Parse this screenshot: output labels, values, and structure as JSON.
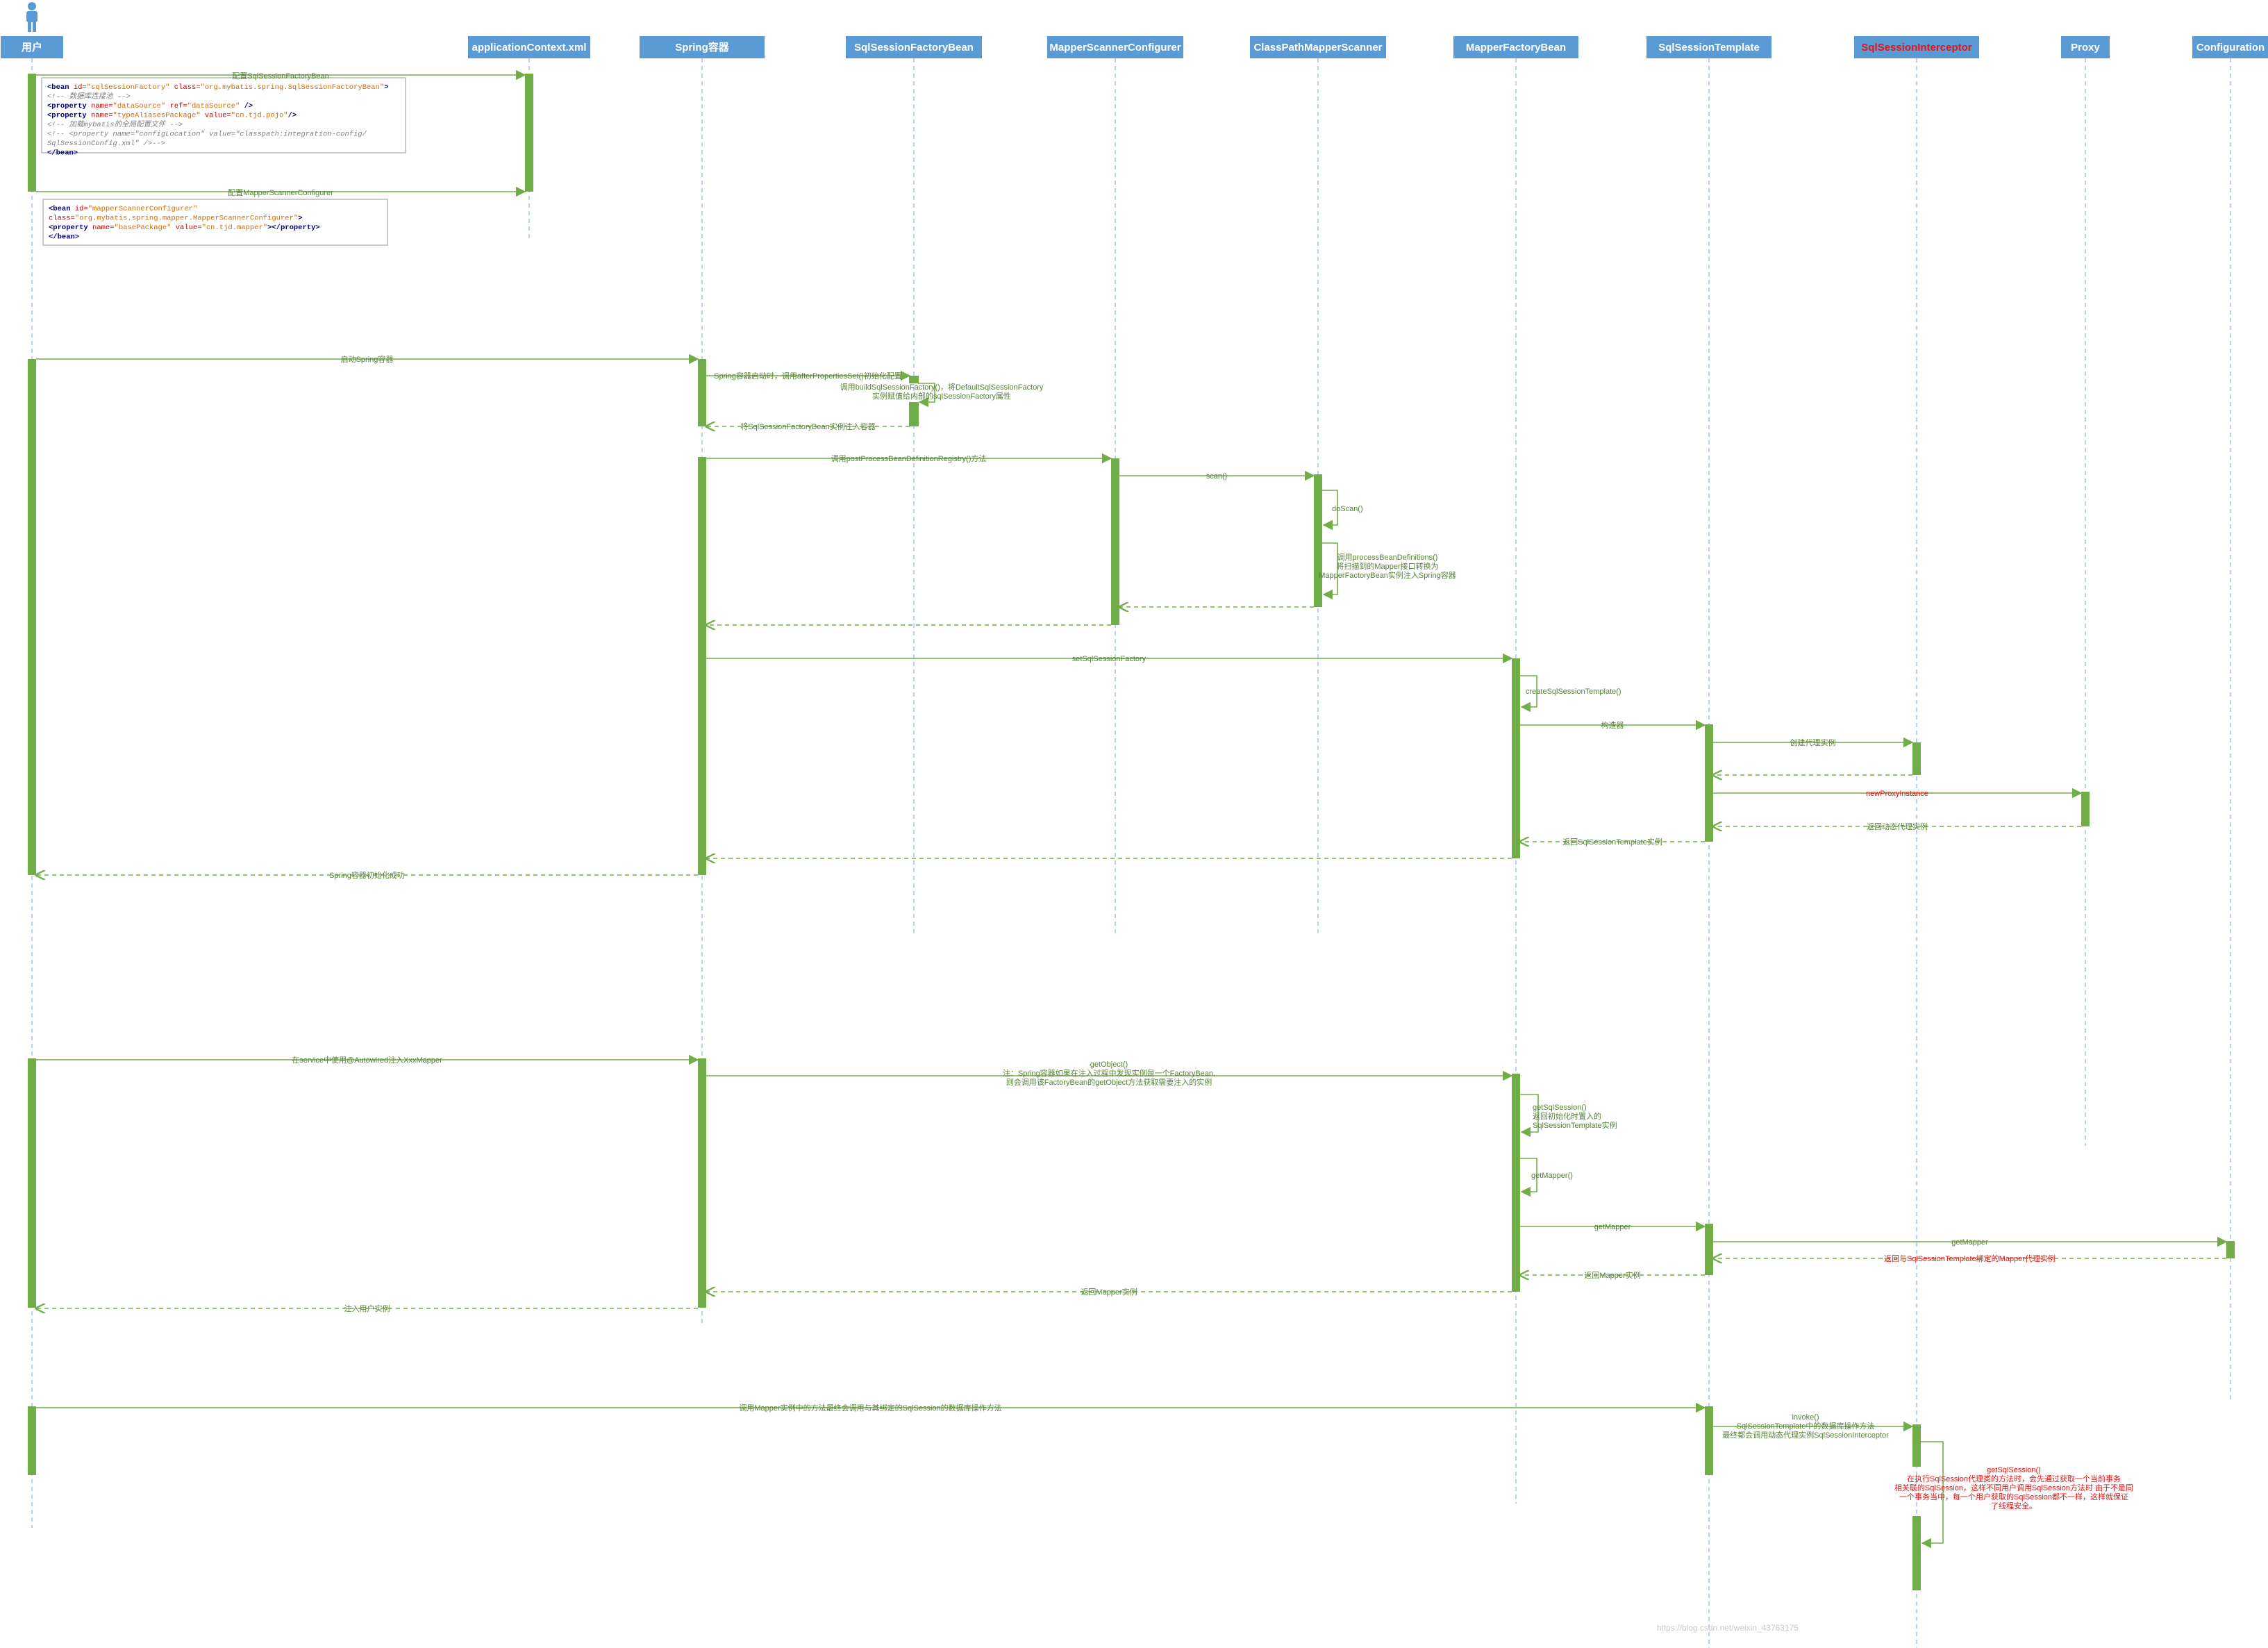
{
  "colors": {
    "header": "#5b9bd5",
    "activation": "#70ad47",
    "lifeline": "#9dc3e6",
    "highlight": "#e81313",
    "label": "#548235"
  },
  "lifelines": [
    {
      "id": "user",
      "label": "用户"
    },
    {
      "id": "app",
      "label": "applicationContext.xml"
    },
    {
      "id": "spring",
      "label": "Spring容器"
    },
    {
      "id": "ssfb",
      "label": "SqlSessionFactoryBean"
    },
    {
      "id": "msc",
      "label": "MapperScannerConfigurer"
    },
    {
      "id": "cpms",
      "label": "ClassPathMapperScanner"
    },
    {
      "id": "mfb",
      "label": "MapperFactoryBean"
    },
    {
      "id": "sst",
      "label": "SqlSessionTemplate"
    },
    {
      "id": "ssi",
      "label": "SqlSessionInterceptor",
      "highlight": true
    },
    {
      "id": "proxy",
      "label": "Proxy"
    },
    {
      "id": "conf",
      "label": "Configuration"
    }
  ],
  "notes": {
    "factory_bean": [
      [
        [
          "<bean ",
          "c-tag"
        ],
        [
          "id=",
          "c-attr"
        ],
        [
          "\"sqlSessionFactory\" ",
          "c-val"
        ],
        [
          "class=",
          "c-attr"
        ],
        [
          "\"org.mybatis.spring.SqlSessionFactoryBean\"",
          "c-val"
        ],
        [
          ">",
          "c-tag"
        ]
      ],
      [
        [
          "        <!-- 数据库连接池 -->",
          "c-com"
        ]
      ],
      [
        [
          "        <property ",
          "c-tag"
        ],
        [
          "name=",
          "c-attr"
        ],
        [
          "\"dataSource\" ",
          "c-val"
        ],
        [
          "ref=",
          "c-attr"
        ],
        [
          "\"dataSource\" ",
          "c-val"
        ],
        [
          "/>",
          "c-tag"
        ]
      ],
      [
        [
          "        <property ",
          "c-tag"
        ],
        [
          "name=",
          "c-attr"
        ],
        [
          "\"typeAliasesPackage\" ",
          "c-val"
        ],
        [
          "value=",
          "c-attr"
        ],
        [
          "\"cn.tjd.pojo\"",
          "c-val"
        ],
        [
          "/>",
          "c-tag"
        ]
      ],
      [
        [
          "        <!-- 加载mybatis的全局配置文件 -->",
          "c-com"
        ]
      ],
      [
        [
          "<!--         <property name=\"configLocation\" value=\"classpath:integration-config/",
          "c-com"
        ]
      ],
      [
        [
          "SqlSessionConfig.xml\" />-->",
          "c-com"
        ]
      ],
      [
        [
          "    </bean>",
          "c-tag"
        ]
      ]
    ],
    "scanner_bean": [
      [
        [
          "<bean ",
          "c-tag"
        ],
        [
          "id=",
          "c-attr"
        ],
        [
          "\"mapperScannerConfigurer\"",
          "c-val"
        ]
      ],
      [
        [
          "class=",
          "c-attr"
        ],
        [
          "\"org.mybatis.spring.mapper.MapperScannerConfigurer\"",
          "c-val"
        ],
        [
          ">",
          "c-tag"
        ]
      ],
      [
        [
          "    <property ",
          "c-tag"
        ],
        [
          "name=",
          "c-attr"
        ],
        [
          "\"basePackage\" ",
          "c-val"
        ],
        [
          "value=",
          "c-attr"
        ],
        [
          "\"cn.tjd.mapper\"",
          "c-val"
        ],
        [
          "></property>",
          "c-tag"
        ]
      ],
      [
        [
          "</bean>",
          "c-tag"
        ]
      ]
    ]
  },
  "messages": {
    "m1": [
      "配置SqlSessionFactoryBean"
    ],
    "m2": [
      "配置MapperScannerConfigurer"
    ],
    "m3": [
      "启动Spring容器"
    ],
    "m4": [
      "Spring容器启动时，调用afterPropertiesSet()初始化配置"
    ],
    "m5": [
      "调用buildSqlSessionFactory()，将DefaultSqlSessionFactory",
      "实例赋值给内部的sqlSessionFactory属性"
    ],
    "m6": [
      "将SqlSessionFactoryBean实例注入容器"
    ],
    "m7": [
      "调用postProcessBeanDefinitionRegistry()方法"
    ],
    "m8": [
      "scan()"
    ],
    "m9": [
      "doScan()"
    ],
    "m10": [
      "调用processBeanDefinitions()",
      "将扫描到的Mapper接口转换为",
      "MapperFactoryBean实例注入Spring容器"
    ],
    "m11": [
      "setSqlSessionFactory"
    ],
    "m12": [
      "createSqlSessionTemplate()"
    ],
    "m13": [
      "构造器"
    ],
    "m14": [
      "创建代理实例"
    ],
    "m15": [
      "newProxyInstance"
    ],
    "m16": [
      "返回动态代理实例"
    ],
    "m17": [
      "返回SqlSessionTemplate实例"
    ],
    "m18": [
      "Spring容器初始化成功"
    ],
    "m19": [
      "在service中使用@Autowired注入XxxMapper"
    ],
    "m20": [
      "getObject()",
      "注：Spring容器如果在注入过程中发现实例是一个FactoryBean,",
      "则会调用该FactoryBean的getObject方法获取需要注入的实例"
    ],
    "m21": [
      "getSqlSession()",
      "返回初始化时置入的",
      "SqlSessionTemplate实例"
    ],
    "m22": [
      "getMapper()"
    ],
    "m23": [
      "getMapper"
    ],
    "m24": [
      "getMapper"
    ],
    "m25": [
      "返回与SqlSessionTemplate绑定的Mapper代理实例"
    ],
    "m26": [
      "返回Mapper实例"
    ],
    "m27": [
      "返回Mapper实例"
    ],
    "m28": [
      "注入用户实例"
    ],
    "m29": [
      "调用Mapper实例中的方法最终会调用与其绑定的SqlSession的数据库操作方法"
    ],
    "m30": [
      "invoke()",
      "SqlSessionTemplate中的数据库操作方法",
      "最终都会调用动态代理实例SqlSessionInterceptor"
    ],
    "m31": [
      "getSqlSession()",
      "在执行SqlSession代理类的方法时，会先通过获取一个当前事务",
      "相关联的SqlSession，这样不同用户调用SqlSession方法时 由于不是同",
      "一个事务当中，每一个用户获取的SqlSession都不一样，这样就保证",
      "了线程安全。"
    ]
  },
  "watermark": "https://blog.csdn.net/weixin_43763175"
}
